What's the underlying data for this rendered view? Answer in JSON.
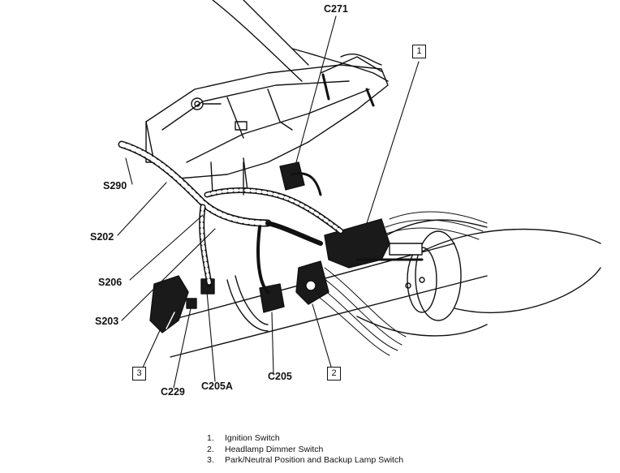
{
  "callouts": {
    "c271": "C271",
    "s290": "S290",
    "s202": "S202",
    "s206": "S206",
    "s203": "S203",
    "c229": "C229",
    "c205a": "C205A",
    "c205": "C205"
  },
  "boxed_numbers": {
    "b1": "1",
    "b2": "2",
    "b3": "3"
  },
  "legend": [
    {
      "num": "1.",
      "text": "Ignition Switch"
    },
    {
      "num": "2.",
      "text": "Headlamp Dimmer Switch"
    },
    {
      "num": "3.",
      "text": "Park/Neutral Position and Backup Lamp Switch"
    }
  ],
  "colors": {
    "ink": "#111111",
    "background": "#ffffff",
    "shade": "#1a1a1a"
  }
}
